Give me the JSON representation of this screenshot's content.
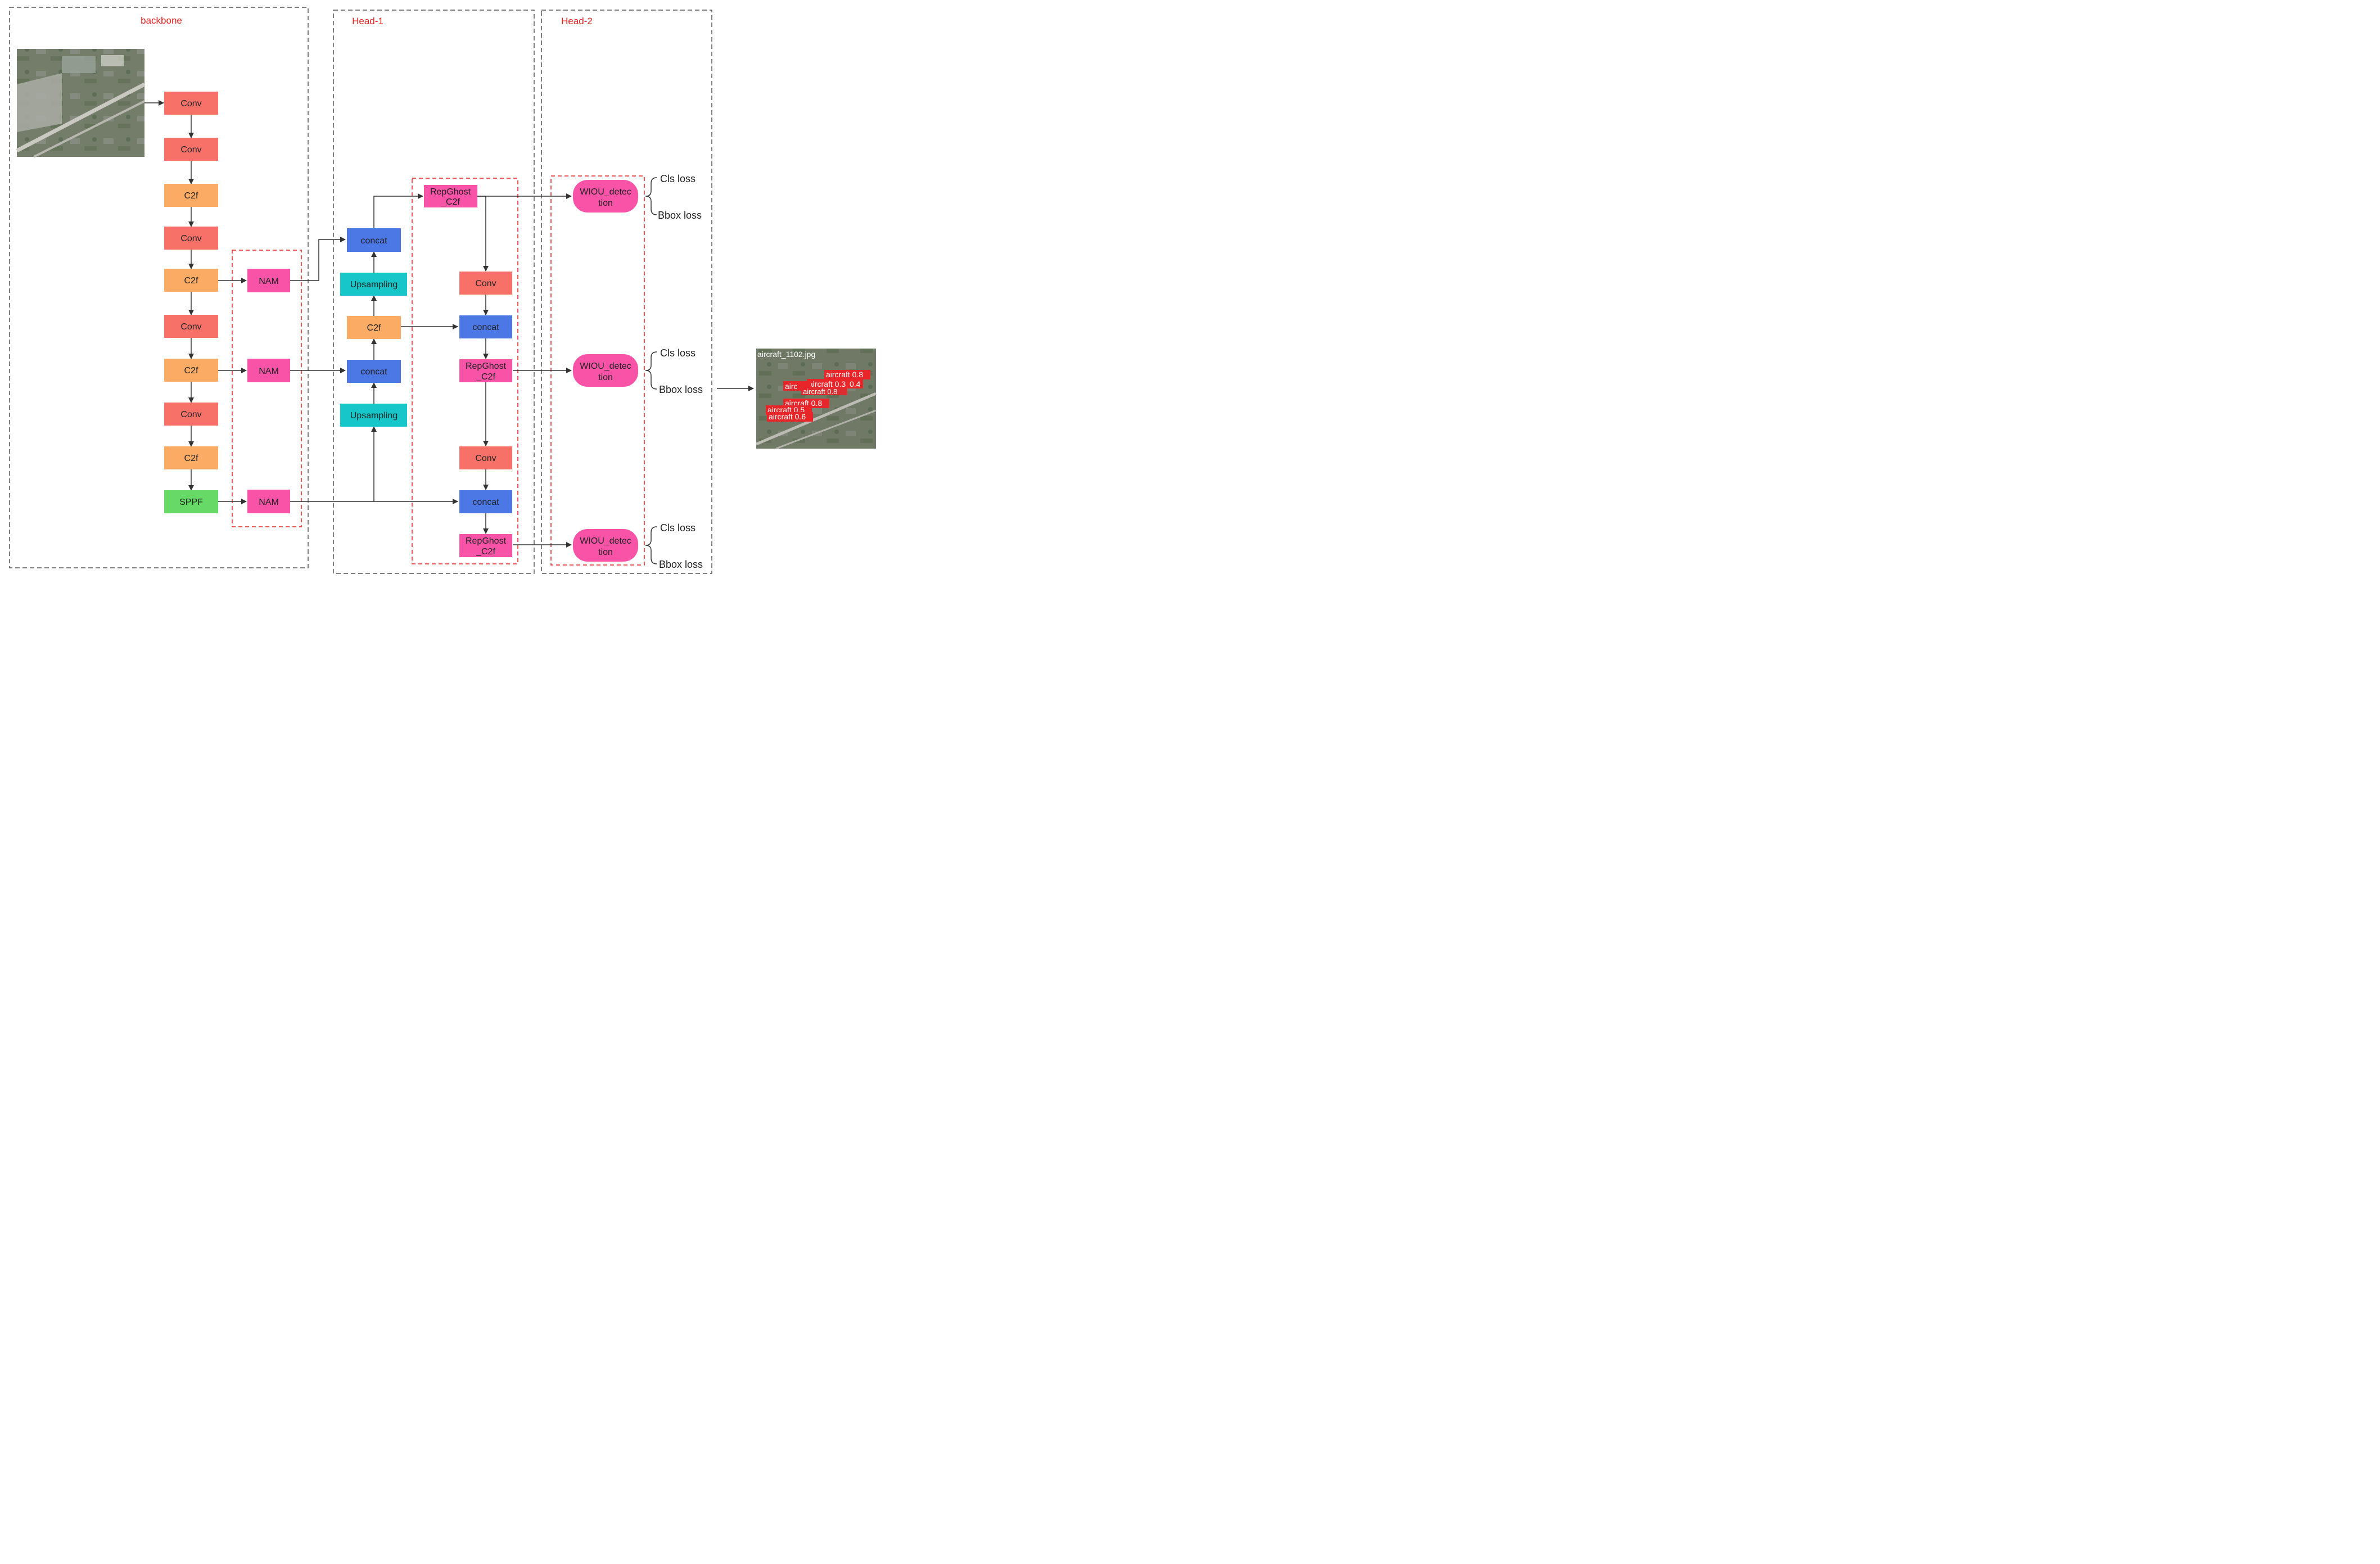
{
  "sections": {
    "backbone": "backbone",
    "head1": "Head-1",
    "head2": "Head-2"
  },
  "backbone": {
    "conv1": "Conv",
    "conv2": "Conv",
    "c2f1": "C2f",
    "conv3": "Conv",
    "c2f2": "C2f",
    "conv4": "Conv",
    "c2f3": "C2f",
    "conv5": "Conv",
    "c2f4": "C2f",
    "sppf": "SPPF"
  },
  "nam": {
    "nam1": "NAM",
    "nam2": "NAM",
    "nam3": "NAM"
  },
  "head1": {
    "concat_top": "concat",
    "upsampling1": "Upsampling",
    "c2f": "C2f",
    "concat_mid": "concat",
    "upsampling2": "Upsampling",
    "repghost_top": [
      "RepGhost",
      "_C2f"
    ],
    "conv_a": "Conv",
    "concat_a": "concat",
    "repghost_mid": [
      "RepGhost",
      "_C2f"
    ],
    "conv_b": "Conv",
    "concat_b": "concat",
    "repghost_bot": [
      "RepGhost",
      "_C2f"
    ]
  },
  "head2": {
    "det1": [
      "WIOU_detec",
      "tion"
    ],
    "det2": [
      "WIOU_detec",
      "tion"
    ],
    "det3": [
      "WIOU_detec",
      "tion"
    ]
  },
  "losses": {
    "cls1": "Cls loss",
    "bbox1": "Bbox loss",
    "cls2": "Cls loss",
    "bbox2": "Bbox loss",
    "cls3": "Cls loss",
    "bbox3": "Bbox loss"
  },
  "output_image": {
    "filename": "aircraft_1102.jpg",
    "detections": [
      "aircraft 0.8",
      "aircraft 0.3",
      "0.4",
      "airc",
      "aircraft 0.8",
      "aircraft 0.8",
      "aircraft 0.5",
      "aircraft 0.6"
    ]
  },
  "colors": {
    "conv": "#f77169",
    "c2f": "#fbab64",
    "sppf": "#66d966",
    "nam": "#f953a8",
    "concat": "#4c78e6",
    "upsampling": "#16c6c9",
    "repghost": "#f953a8",
    "wiou": "#f953a8",
    "dashed_gray": "#555555",
    "dashed_red": "#e52020"
  }
}
